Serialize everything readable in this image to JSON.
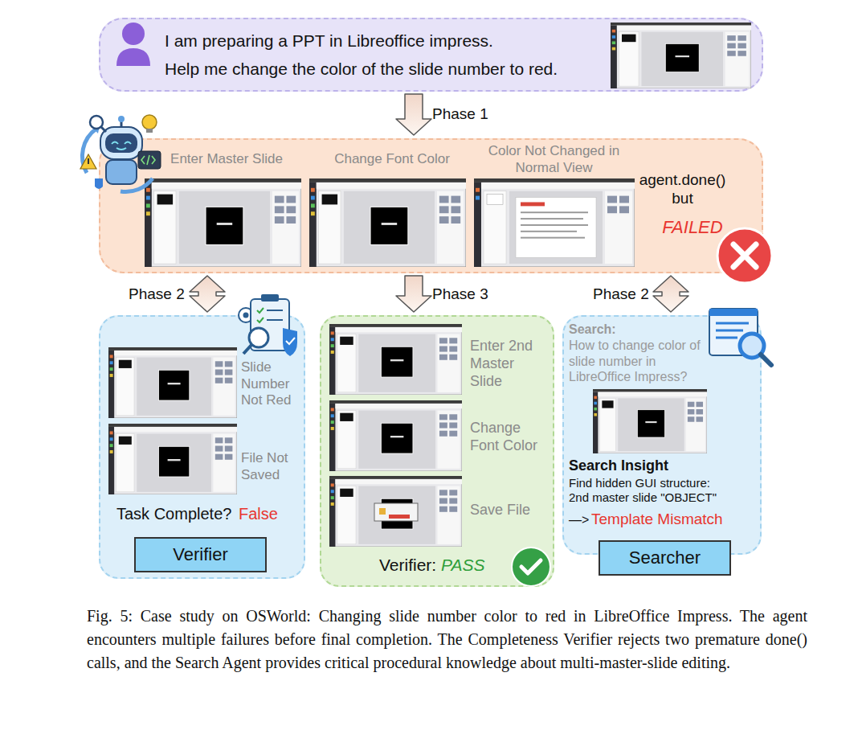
{
  "diagram": {
    "caption": "Fig. 5: Case study on OSWorld: Changing slide number color to red in LibreOffice Impress. The agent encounters multiple failures before final completion. The Completeness Verifier rejects two premature done() calls, and the Search Agent provides critical procedural knowledge about multi-master-slide editing.",
    "nodes": [
      {
        "text": [
          "I am preparing a PPT in Libreoffice impress.",
          "Help me change the color of the slide number to red."
        ]
      },
      {
        "text": [
          "Enter Master Slide",
          "Change Font Color",
          "Color Not Changed in Normal View",
          "agent.done() but",
          "FAILED"
        ]
      },
      {
        "text": [
          "Slide Number Not Red",
          "File Not Saved",
          "Task Complete?",
          "False"
        ]
      },
      {
        "text": [
          "Verifier"
        ],
        "in": 2
      },
      {
        "text": [
          "Enter 2nd Master Slide",
          "Change Font Color",
          "Save File",
          "Verifier:",
          "PASS"
        ]
      },
      {
        "text": [
          "Search:",
          "How to change color of slide number in LibreOffice Impress?",
          "Search Insight",
          "Find hidden GUI structure: 2nd master slide \"OBJECT\"",
          "—>",
          "Template Mismatch"
        ]
      },
      {
        "text": [
          "Searcher"
        ],
        "in": 5
      }
    ],
    "edges": [
      {
        "from": 0,
        "to": 1,
        "arrow": "to",
        "label": "Phase 1"
      },
      {
        "from": 1,
        "to": 2,
        "arrow": "both",
        "label": "Phase 2"
      },
      {
        "from": 1,
        "to": 4,
        "arrow": "to",
        "label": "Phase 3"
      },
      {
        "from": 1,
        "to": 5,
        "arrow": "both",
        "label": "Phase 2"
      }
    ]
  }
}
